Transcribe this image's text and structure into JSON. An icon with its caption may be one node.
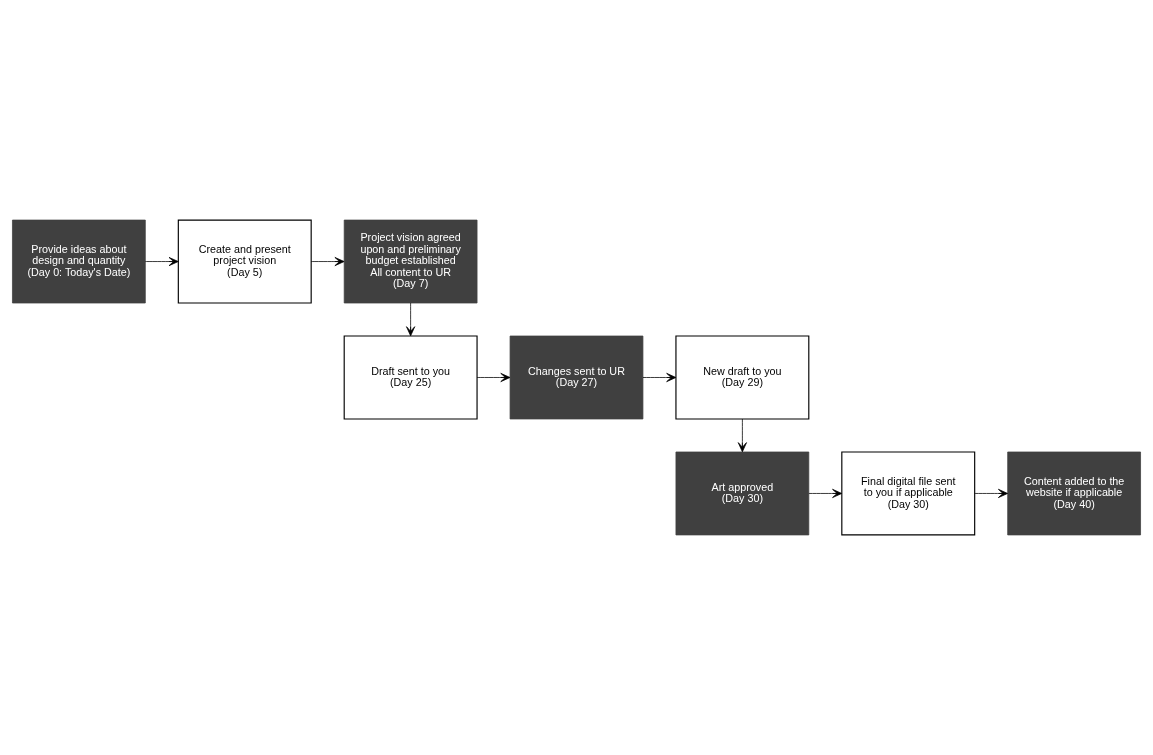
{
  "diagram": {
    "nodes": [
      {
        "text": [
          "Provide ideas about design and quantity",
          "(Day 0: Today's Date)"
        ]
      },
      {
        "text": [
          "Create and present project vision",
          "(Day 5)"
        ]
      },
      {
        "text": [
          "Project vision agreed upon and preliminary budget established",
          "All content to UR",
          "(Day 7)"
        ]
      },
      {
        "text": [
          "Draft sent to you",
          "(Day 25)"
        ]
      },
      {
        "text": [
          "Changes sent to UR",
          "(Day 27)"
        ]
      },
      {
        "text": [
          "New draft to you",
          "(Day 29)"
        ]
      },
      {
        "text": [
          "Art approved",
          "(Day 30)"
        ]
      },
      {
        "text": [
          "Final digital file sent to you if applicable",
          "(Day 30)"
        ]
      },
      {
        "text": [
          "Content added to the website if applicable",
          "(Day 40)"
        ]
      }
    ],
    "edges": [
      {
        "from": 0,
        "to": 1,
        "arrow": "to"
      },
      {
        "from": 1,
        "to": 2,
        "arrow": "to"
      },
      {
        "from": 2,
        "to": 3,
        "arrow": "to"
      },
      {
        "from": 3,
        "to": 4,
        "arrow": "to"
      },
      {
        "from": 4,
        "to": 5,
        "arrow": "to"
      },
      {
        "from": 5,
        "to": 6,
        "arrow": "to"
      },
      {
        "from": 6,
        "to": 7,
        "arrow": "to"
      },
      {
        "from": 7,
        "to": 8,
        "arrow": "to"
      }
    ]
  }
}
